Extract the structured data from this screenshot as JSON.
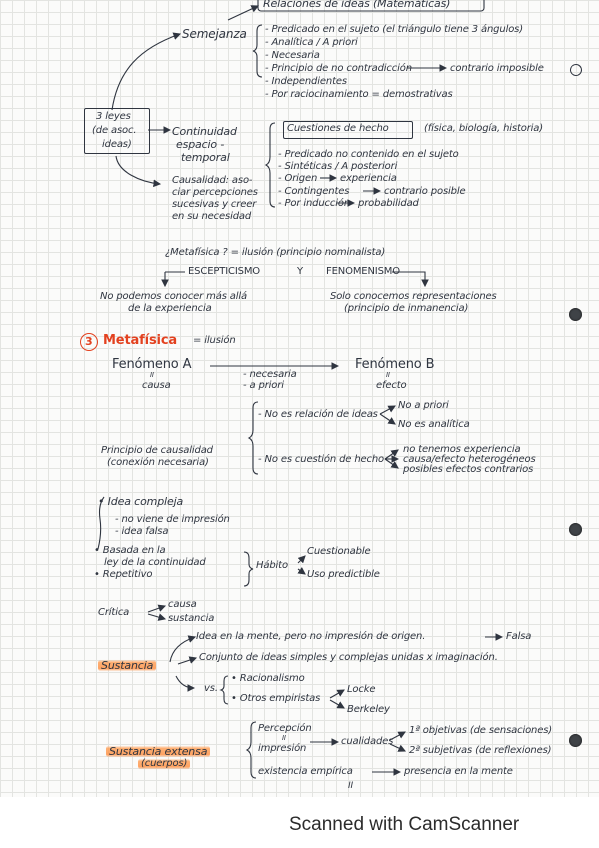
{
  "header": {
    "title": "Relaciones de ideas (Matemáticas)"
  },
  "top": {
    "semejanza": "Semejanza",
    "semejanza_items": [
      "- Predicado en el sujeto (el triángulo tiene 3 ángulos)",
      "- Analítica / A priori",
      "- Necesaria",
      "- Principio de no contradicción",
      "contrario imposible",
      "- Independientes",
      "- Por raciocinamiento = demostrativas"
    ],
    "leyes_lines": [
      "3 leyes",
      "(de asoc.",
      "ideas)"
    ],
    "continuidad_lines": [
      "Continuidad",
      "espacio -",
      "temporal"
    ],
    "causalidad_lines": [
      "Causalidad: aso-",
      "ciar percepciones",
      "sucesivas y creer",
      "en su necesidad"
    ],
    "cuestiones": "Cuestiones de hecho",
    "cuestiones_note": "(física, biología, historia)",
    "cuestiones_items": [
      "- Predicado no contenido en el sujeto",
      "- Sintéticas / A posteriori",
      "- Origen",
      "experiencia",
      "- Contingentes",
      "contrario posible",
      "- Por inducción",
      "probabilidad"
    ]
  },
  "mid": {
    "question": "¿Metafísica ? = ilusión (principio nominalista)",
    "escepticismo": "ESCEPTICISMO",
    "y": "Y",
    "fenomenismo": "FENOMENISMO",
    "esc_desc": [
      "No podemos conocer más allá",
      "de la experiencia"
    ],
    "fen_desc": [
      "Solo conocemos representaciones",
      "(principio de inmanencia)"
    ]
  },
  "section3": {
    "number": "3",
    "title": "Metafísica",
    "title_suffix": "= ilusión",
    "fenomeno_a": "Fenómeno A",
    "fenomeno_b": "Fenómeno B",
    "eq1": "II",
    "eq2": "II",
    "causa": "causa",
    "efecto": "efecto",
    "necesaria_lines": [
      "- necesaria",
      "- a priori"
    ],
    "principio_lines": [
      "Principio de causalidad",
      "(conexión necesaria)"
    ],
    "no_relacion": "- No es relación de ideas",
    "no_a_priori": "No a priori",
    "no_analitica": "No es analítica",
    "no_cuestion": "- No es cuestión de hecho",
    "hecho_items": [
      "no tenemos experiencia",
      "causa/efecto heterogéneos",
      "posibles efectos contrarios"
    ]
  },
  "idea": {
    "compleja": "• Idea compleja",
    "items": [
      "- no viene de impresión",
      "- idea falsa"
    ],
    "basada_lines": [
      "• Basada en la",
      "ley de la continuidad",
      "• Repetitivo"
    ],
    "habito": "Hábito",
    "cuestionable": "Cuestionable",
    "predictible": "Uso predictible",
    "critica": "Crítica",
    "critica_items": [
      "causa",
      "sustancia"
    ]
  },
  "sustancia": {
    "label": "Sustancia",
    "idea_mente": "Idea en la mente, pero no impresión de origen.",
    "falsa": "Falsa",
    "conjunto": "Conjunto de ideas simples y complejas unidas x imaginación.",
    "vs": "vs.",
    "racionalismo": "• Racionalismo",
    "otros": "• Otros empiristas",
    "locke": "Locke",
    "berkeley": "Berkeley"
  },
  "extensa": {
    "label_lines": [
      "Sustancia extensa",
      "(cuerpos)"
    ],
    "percepcion": "Percepción",
    "eq": "II",
    "impresion": "impresión",
    "cualidades": "cualidades",
    "objetivas": "1ª objetivas (de sensaciones)",
    "subjetivas": "2ª subjetivas (de reflexiones)",
    "existencia": "existencia empírica",
    "presencia": "presencia en la mente",
    "eq_bottom": "II"
  },
  "footer": {
    "watermark": "Scanned with CamScanner"
  }
}
